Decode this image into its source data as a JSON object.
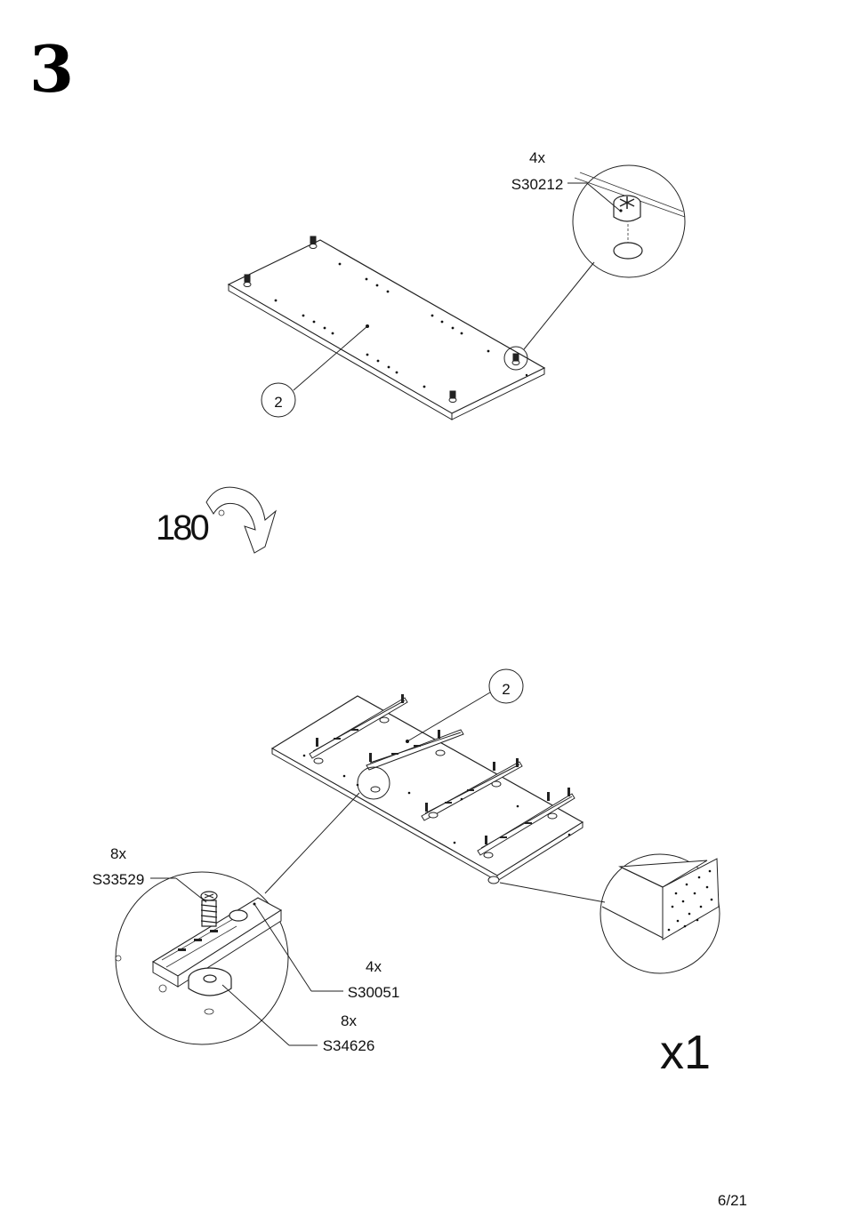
{
  "step_number": "3",
  "top_view": {
    "part_number": "2",
    "callout_qty": "4x",
    "callout_code": "S30212"
  },
  "rotation": {
    "angle": "180",
    "degree_symbol": "°",
    "icon": "rotate-arrow-icon"
  },
  "bottom_view": {
    "part_number": "2",
    "callouts": [
      {
        "qty": "8x",
        "code": "S33529"
      },
      {
        "qty": "4x",
        "code": "S30051"
      },
      {
        "qty": "8x",
        "code": "S34626"
      }
    ],
    "quantity": "x1"
  },
  "page_number": "6/21"
}
